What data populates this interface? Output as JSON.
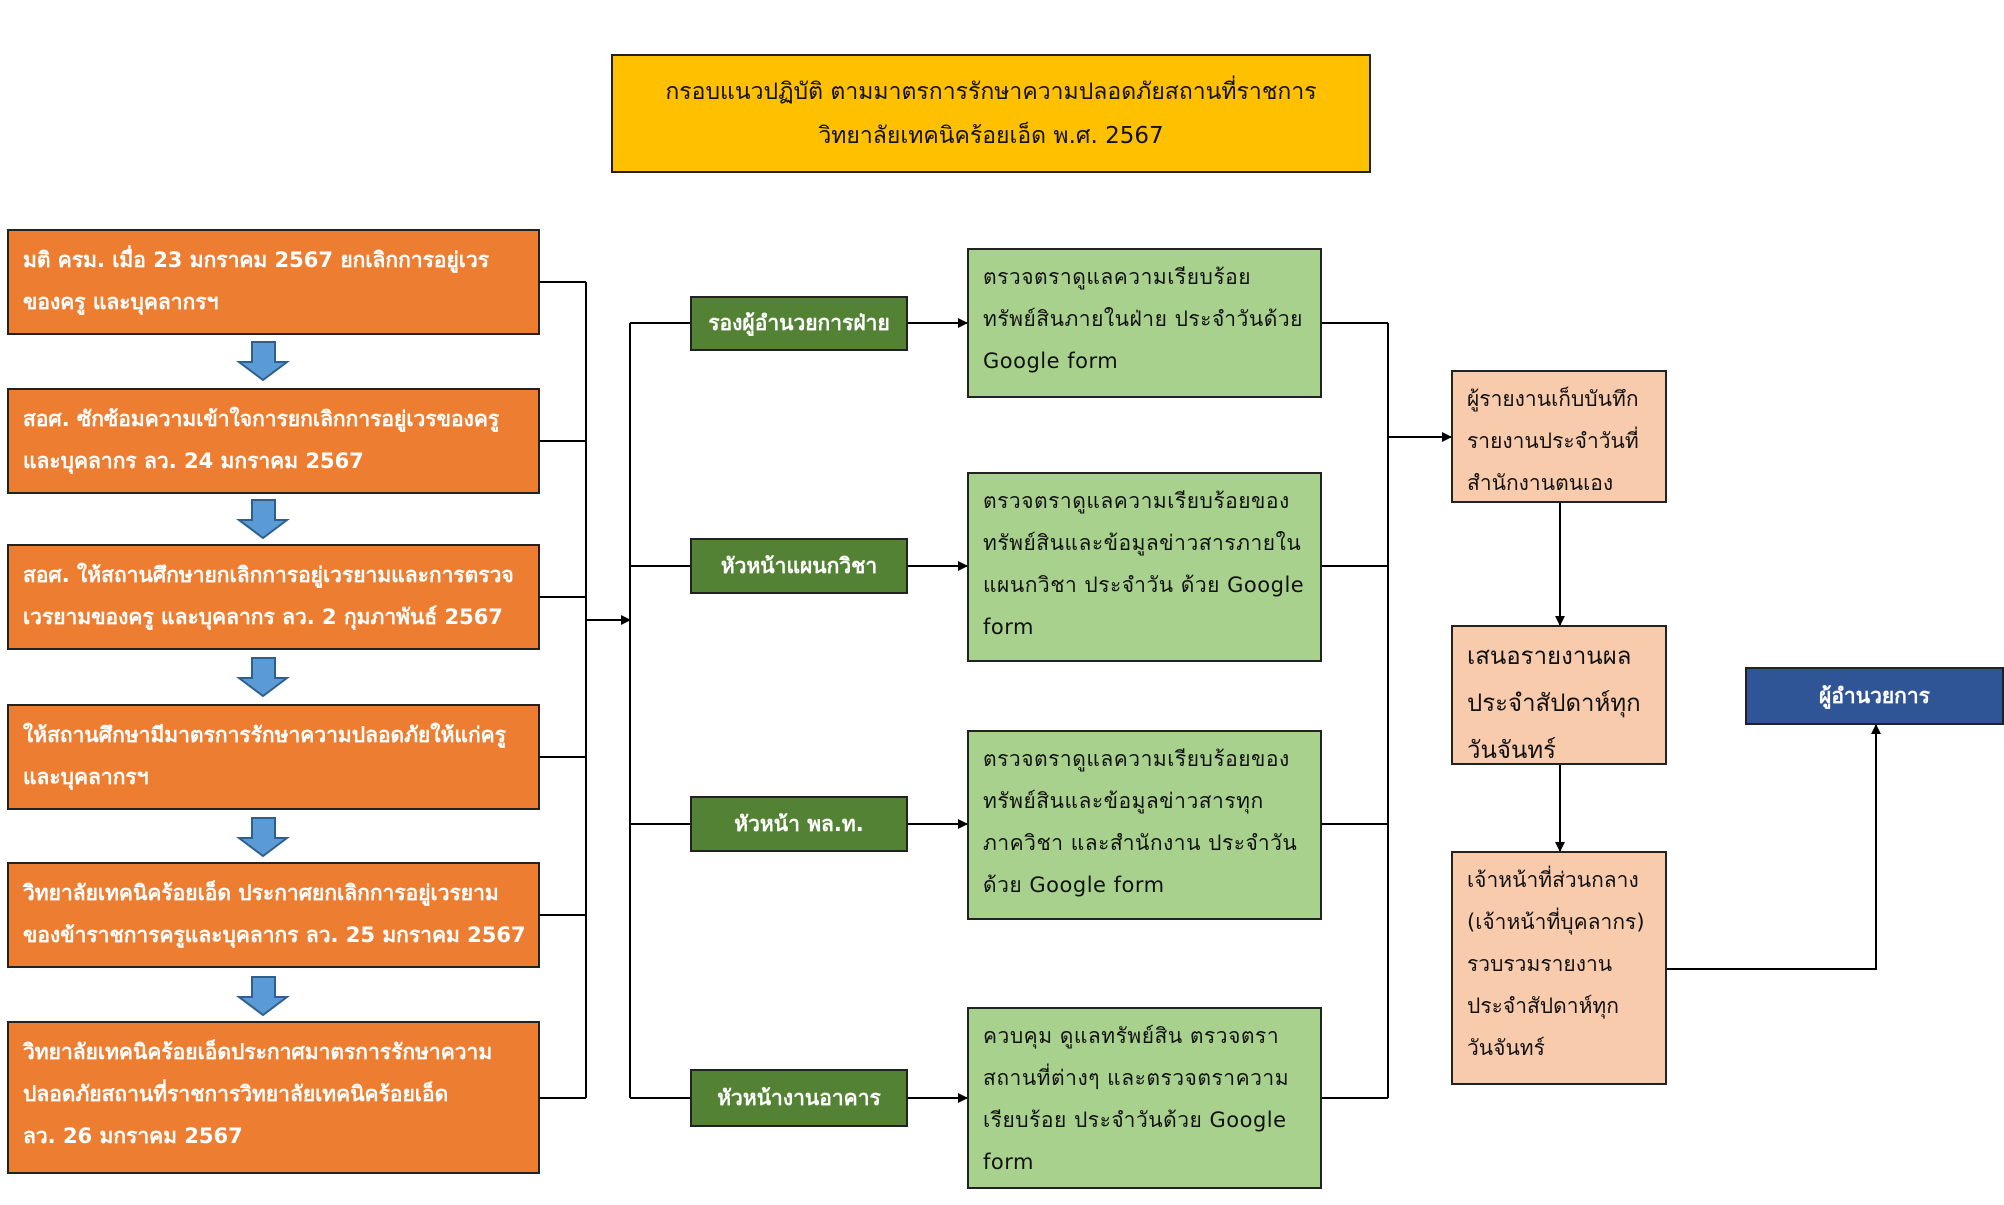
{
  "title": {
    "line1": "กรอบแนวปฏิบัติ ตามมาตรการรักษาความปลอดภัยสถานที่ราชการ",
    "line2": "วิทยาลัยเทคนิคร้อยเอ็ด พ.ศ. 2567"
  },
  "left_steps": [
    {
      "lines": [
        "มติ ครม. เมื่อ 23 มกราคม 2567 ยกเลิกการอยู่เวร",
        "ของครู และบุคลากรฯ"
      ]
    },
    {
      "lines": [
        "สอศ. ซักซ้อมความเข้าใจการยกเลิกการอยู่เวรของครู",
        "และบุคลากร ลว. 24 มกราคม 2567"
      ]
    },
    {
      "lines": [
        "สอศ. ให้สถานศึกษายกเลิกการอยู่เวรยามและการตรวจ",
        "เวรยามของครู และบุคลากร ลว. 2 กุมภาพันธ์ 2567"
      ]
    },
    {
      "lines": [
        "ให้สถานศึกษามีมาตรการรักษาความปลอดภัยให้แก่ครู",
        "และบุคลากรฯ"
      ]
    },
    {
      "lines": [
        "วิทยาลัยเทคนิคร้อยเอ็ด ประกาศยกเลิกการอยู่เวรยาม",
        "ของข้าราชการครูและบุคลากร ลว. 25 มกราคม 2567"
      ]
    },
    {
      "lines": [
        "วิทยาลัยเทคนิคร้อยเอ็ดประกาศมาตรการรักษาความ",
        "ปลอดภัยสถานที่ราชการวิทยาลัยเทคนิคร้อยเอ็ด",
        "ลว. 26 มกราคม 2567"
      ]
    }
  ],
  "roles": [
    {
      "label": "รองผู้อำนวยการฝ่าย"
    },
    {
      "label": "หัวหน้าแผนกวิชา"
    },
    {
      "label": "หัวหน้า พล.ท."
    },
    {
      "label": "หัวหน้างานอาคาร"
    }
  ],
  "duties": [
    {
      "lines": [
        "ตรวจตราดูแลความเรียบร้อย",
        "ทรัพย์สินภายในฝ่าย ประจำวันด้วย",
        "Google form"
      ]
    },
    {
      "lines": [
        "ตรวจตราดูแลความเรียบร้อยของ",
        "ทรัพย์สินและข้อมูลข่าวสารภายใน",
        "แผนกวิชา ประจำวัน ด้วย Google",
        "form"
      ]
    },
    {
      "lines": [
        "ตรวจตราดูแลความเรียบร้อยของ",
        "ทรัพย์สินและข้อมูลข่าวสารทุก",
        "ภาควิชา และสำนักงาน ประจำวัน",
        "ด้วย Google form"
      ]
    },
    {
      "lines": [
        "ควบคุม ดูแลทรัพย์สิน ตรวจตรา",
        "สถานที่ต่างๆ และตรวจตราความ",
        "เรียบร้อย ประจำวันด้วย Google",
        "form"
      ]
    }
  ],
  "reports": [
    {
      "lines": [
        "ผู้รายงานเก็บบันทึก",
        "รายงานประจำวันที่",
        "สำนักงานตนเอง"
      ]
    },
    {
      "lines": [
        "เสนอรายงานผล",
        "ประจำสัปดาห์ทุก",
        "วันจันทร์"
      ]
    },
    {
      "lines": [
        "เจ้าหน้าที่ส่วนกลาง",
        "(เจ้าหน้าที่บุคลากร)",
        "รวบรวมรายงาน",
        "ประจำสัปดาห์ทุก",
        "วันจันทร์"
      ]
    }
  ],
  "director": {
    "label": "ผู้อำนวยการ"
  },
  "colors": {
    "title_fill": "#ffc000",
    "step_fill": "#ed7d31",
    "role_fill": "#548235",
    "duty_fill": "#a9d18e",
    "report_fill": "#f8cbad",
    "director_fill": "#2f5597",
    "down_arrow_fill": "#5b9bd5"
  }
}
